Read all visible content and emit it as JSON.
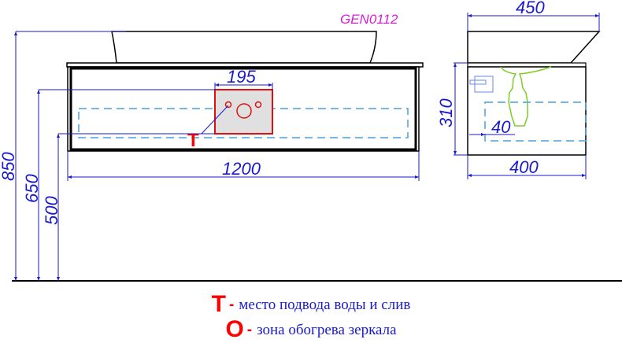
{
  "drawing": {
    "model_code": "GEN0112",
    "front_view": {
      "width_label": "1200",
      "outlet_zone_width_label": "195",
      "height_total_label": "850",
      "height_cabinet_top_label": "650",
      "height_cabinet_bottom_label": "500",
      "water_point_marker": "Т"
    },
    "side_view": {
      "top_depth_label": "450",
      "cabinet_depth_label": "400",
      "cabinet_height_label": "310",
      "zone_offset_label": "40"
    },
    "colors": {
      "outline": "#000000",
      "dimension": "#1a1acc",
      "heating_zone": "#4a9fe0",
      "outlet_zone": "#e01010",
      "outlet_fill": "#e0e0e0",
      "siphon": "#7ccd2a",
      "model_code": "#d81fd8"
    }
  },
  "legend": {
    "items": [
      {
        "mark": "Т",
        "separator": "-",
        "text": "место подвода воды и слив"
      },
      {
        "mark": "О",
        "separator": "-",
        "text": "зона обогрева зеркала"
      }
    ]
  }
}
